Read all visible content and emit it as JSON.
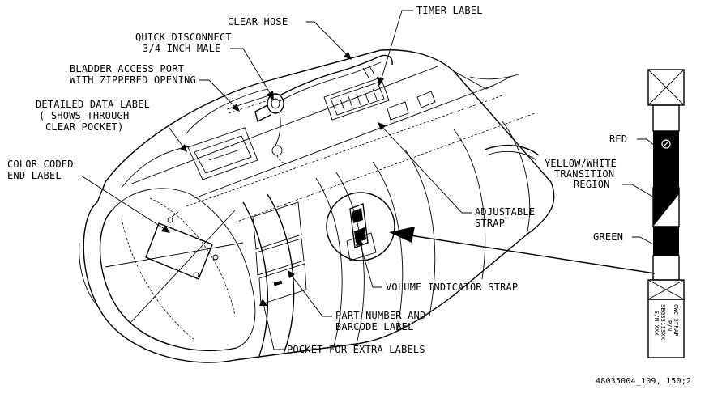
{
  "labels": {
    "clear_hose": "CLEAR HOSE",
    "timer_label": "TIMER LABEL",
    "quick_disconnect_1": "QUICK DISCONNECT",
    "quick_disconnect_2": "3/4-INCH MALE",
    "bladder_1": "BLADDER ACCESS PORT",
    "bladder_2": "WITH ZIPPERED OPENING",
    "data_label_1": "DETAILED DATA LABEL",
    "data_label_2": "( SHOWS THROUGH",
    "data_label_3": "CLEAR POCKET)",
    "color_coded_1": "COLOR CODED",
    "color_coded_2": "END LABEL",
    "adjustable_1": "ADJUSTABLE",
    "adjustable_2": "STRAP",
    "volume_indicator": "VOLUME INDICATOR STRAP",
    "part_number_1": "PART NUMBER AND",
    "part_number_2": "BARCODE LABEL",
    "pocket": "POCKET FOR EXTRA LABELS",
    "red": "RED",
    "yellow_1": "YELLOW/WHITE",
    "yellow_2": "TRANSITION",
    "yellow_3": "REGION",
    "green": "GREEN",
    "strap_tag_1": "CWC STRAP",
    "strap_tag_2": "P/N",
    "strap_tag_3": "SEG33113XX",
    "strap_tag_4": "S/N XXX",
    "figure_id": "48035004_109, 150;2"
  },
  "colors": {
    "ink": "#000000",
    "paper": "#ffffff"
  }
}
